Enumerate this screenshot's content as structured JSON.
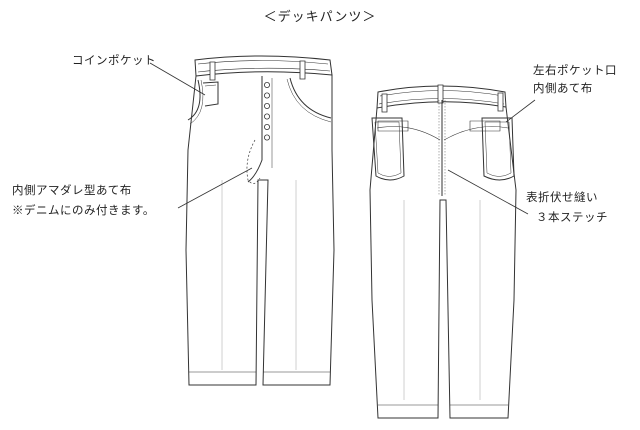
{
  "title": "＜デッキパンツ＞",
  "front_labels": {
    "coin_pocket": "コインポケット",
    "fly_facing_line1": "内側アマダレ型あて布",
    "fly_facing_line2": "※デニムにのみ付きます。"
  },
  "back_labels": {
    "pocket_line1": "左右ポケット口",
    "pocket_line2": "内側あて布",
    "seam_line1": "表折伏せ縫い",
    "seam_line2": "３本ステッチ"
  },
  "button_count": 6
}
